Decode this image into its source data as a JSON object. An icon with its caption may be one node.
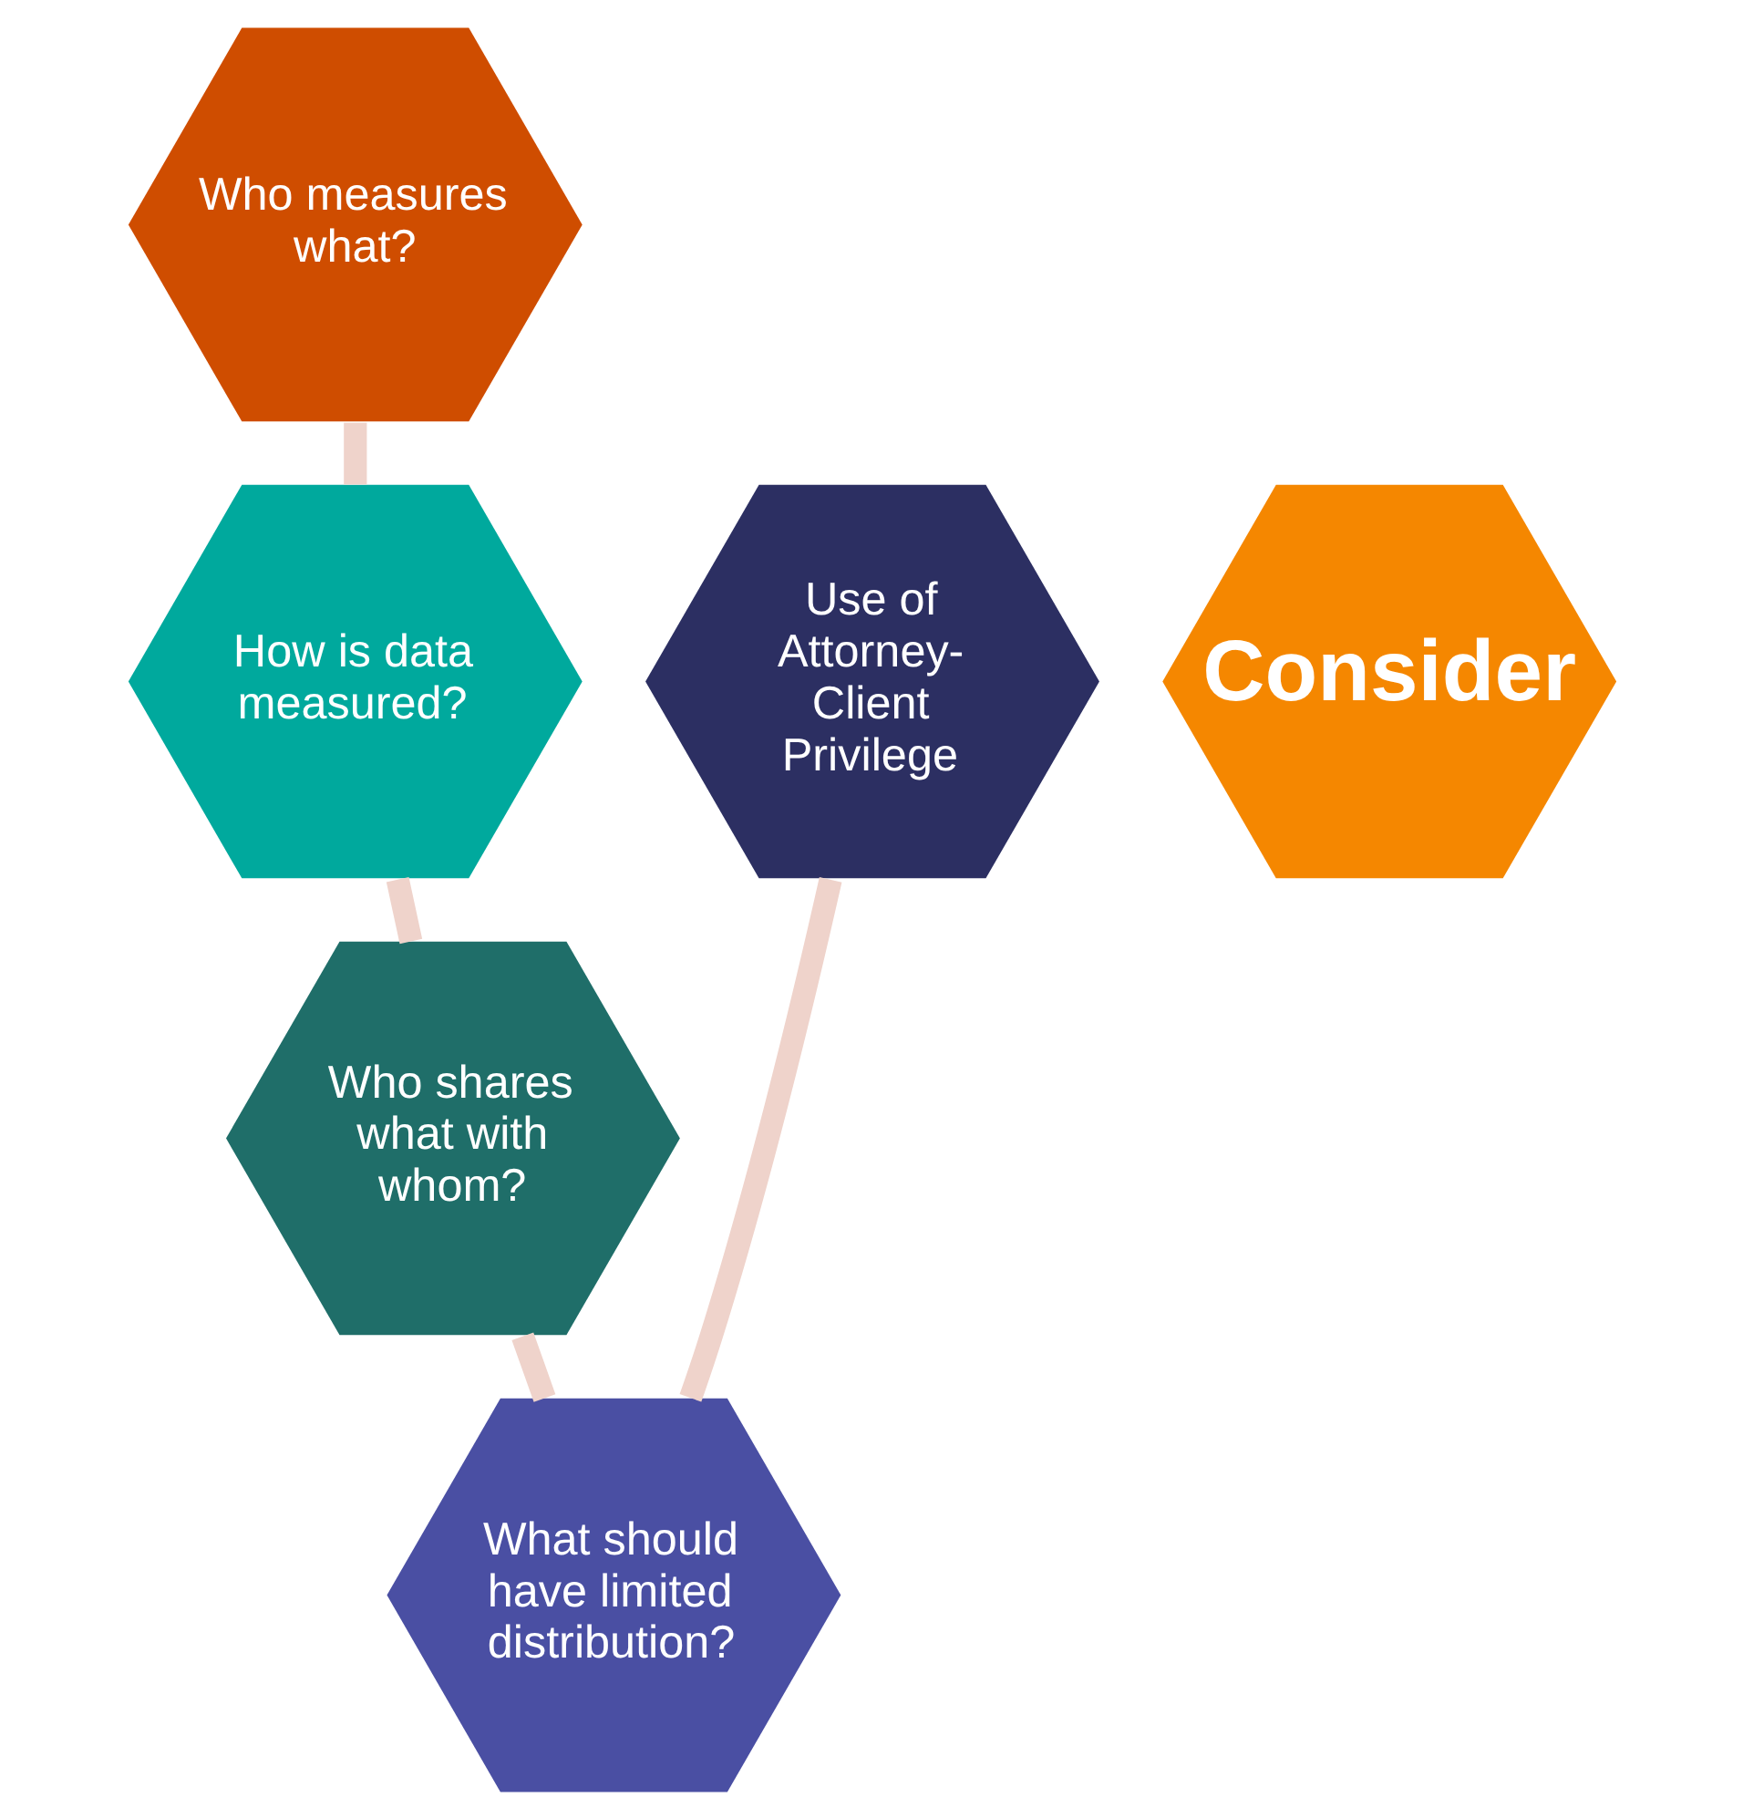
{
  "diagram": {
    "nodes": [
      {
        "text": [
          "Who measures what?"
        ]
      },
      {
        "text": [
          "How is data measured?"
        ]
      },
      {
        "text": [
          "Consider"
        ]
      },
      {
        "text": [
          "Use of Attorney-Client Privilege"
        ]
      },
      {
        "text": [
          "Who shares what with whom?"
        ]
      },
      {
        "text": [
          "What should have limited distribution?"
        ]
      }
    ],
    "edges": [
      {
        "from": 0,
        "to": 1,
        "arrow": "none"
      },
      {
        "from": 1,
        "to": 4,
        "arrow": "none"
      },
      {
        "from": 4,
        "to": 5,
        "arrow": "none"
      },
      {
        "from": 5,
        "to": 3,
        "arrow": "none"
      }
    ]
  }
}
